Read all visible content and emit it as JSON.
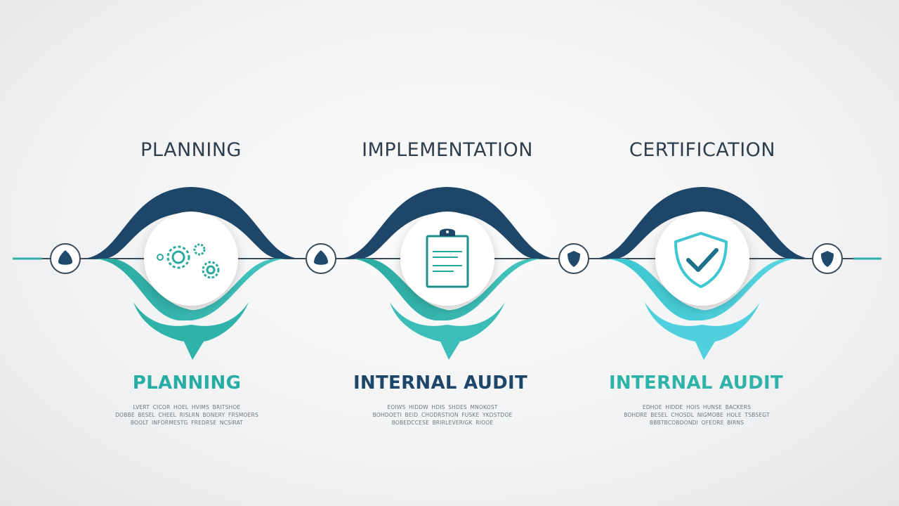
{
  "colors": {
    "navy": "#1d4668",
    "teal": "#2fb3a8",
    "cyan": "#4fd0dc",
    "node_fill": "#1f4a6b",
    "text_dark": "#2f3e4c"
  },
  "steps": [
    {
      "top_title": "PLANNING",
      "bottom_title": "PLANNING",
      "bottom_title_color": "#27ada5",
      "icon": "gears-icon",
      "desc_lines": [
        "LVERT CICOR HOEL HVIMS BRITSHOE",
        "DOBBE BESEL CHEEL RISLRN BONERY FRSMOERS",
        "BOOLT INFORMESTG FREDRSE NCSIRAT"
      ]
    },
    {
      "top_title": "IMPLEMENTATION",
      "bottom_title": "INTERNAL AUDIT",
      "bottom_title_color": "#1d4668",
      "icon": "clipboard-icon",
      "desc_lines": [
        "EOIWS HIDDW HDIS SHDES MNOKOST",
        "BOHDOETI BEID CHODRSTION FUSKE YKOSTDOE",
        "BOBEDCCESE BRIRLEVERIGK RIOOE"
      ]
    },
    {
      "top_title": "CERTIFICATION",
      "bottom_title": "INTERNAL AUDIT",
      "bottom_title_color": "#2fb3a8",
      "icon": "shield-check-icon",
      "desc_lines": [
        "EDHOE HIDDE HOIS HUNSE BACKERS",
        "BOHDRE BESEL CHOSDL NIGMOBE HOLE TSBSEGT",
        "BBBTBCOBDONDI OFEORE BIRNS"
      ]
    }
  ]
}
